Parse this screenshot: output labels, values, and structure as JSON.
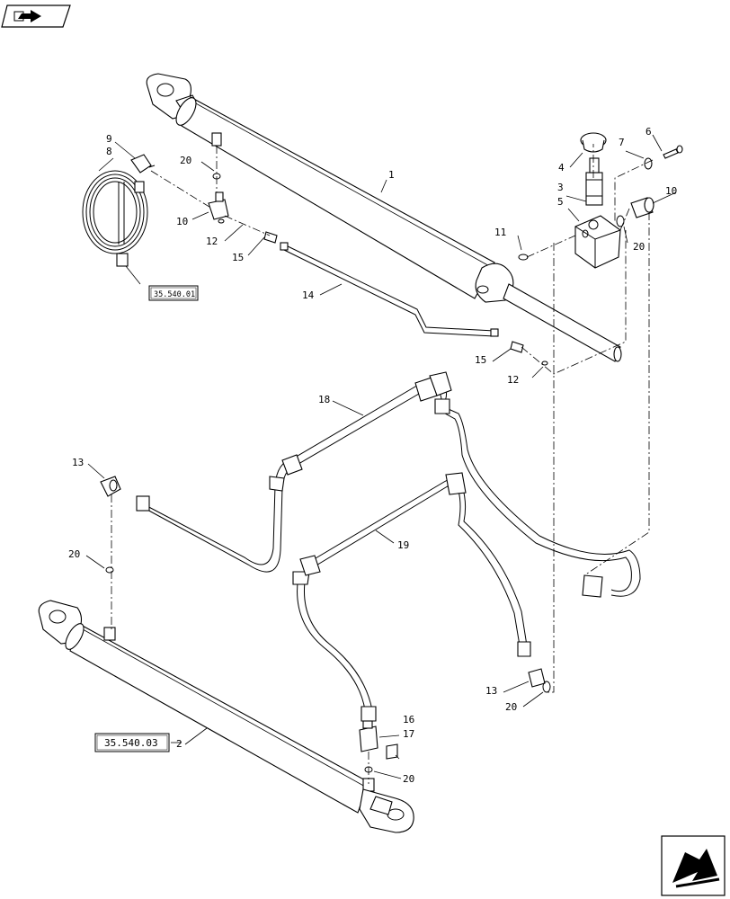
{
  "nav": {
    "top_left_icon": "arrow-icon",
    "bottom_right_icon": "return-arrow-icon"
  },
  "references": {
    "ref_top": "35.540.01",
    "ref_bottom": "35.540.03"
  },
  "callouts": {
    "c1": "1",
    "c2": "2",
    "c3": "3",
    "c4": "4",
    "c5": "5",
    "c6": "6",
    "c7": "7",
    "c8": "8",
    "c9": "9",
    "c10a": "10",
    "c10b": "10",
    "c11": "11",
    "c12a": "12",
    "c12b": "12",
    "c13a": "13",
    "c13b": "13",
    "c14": "14",
    "c15a": "15",
    "c15b": "15",
    "c16": "16",
    "c17": "17",
    "c18": "18",
    "c19": "19",
    "c20a": "20",
    "c20b": "20",
    "c20c": "20",
    "c20d": "20",
    "c20e": "20"
  }
}
